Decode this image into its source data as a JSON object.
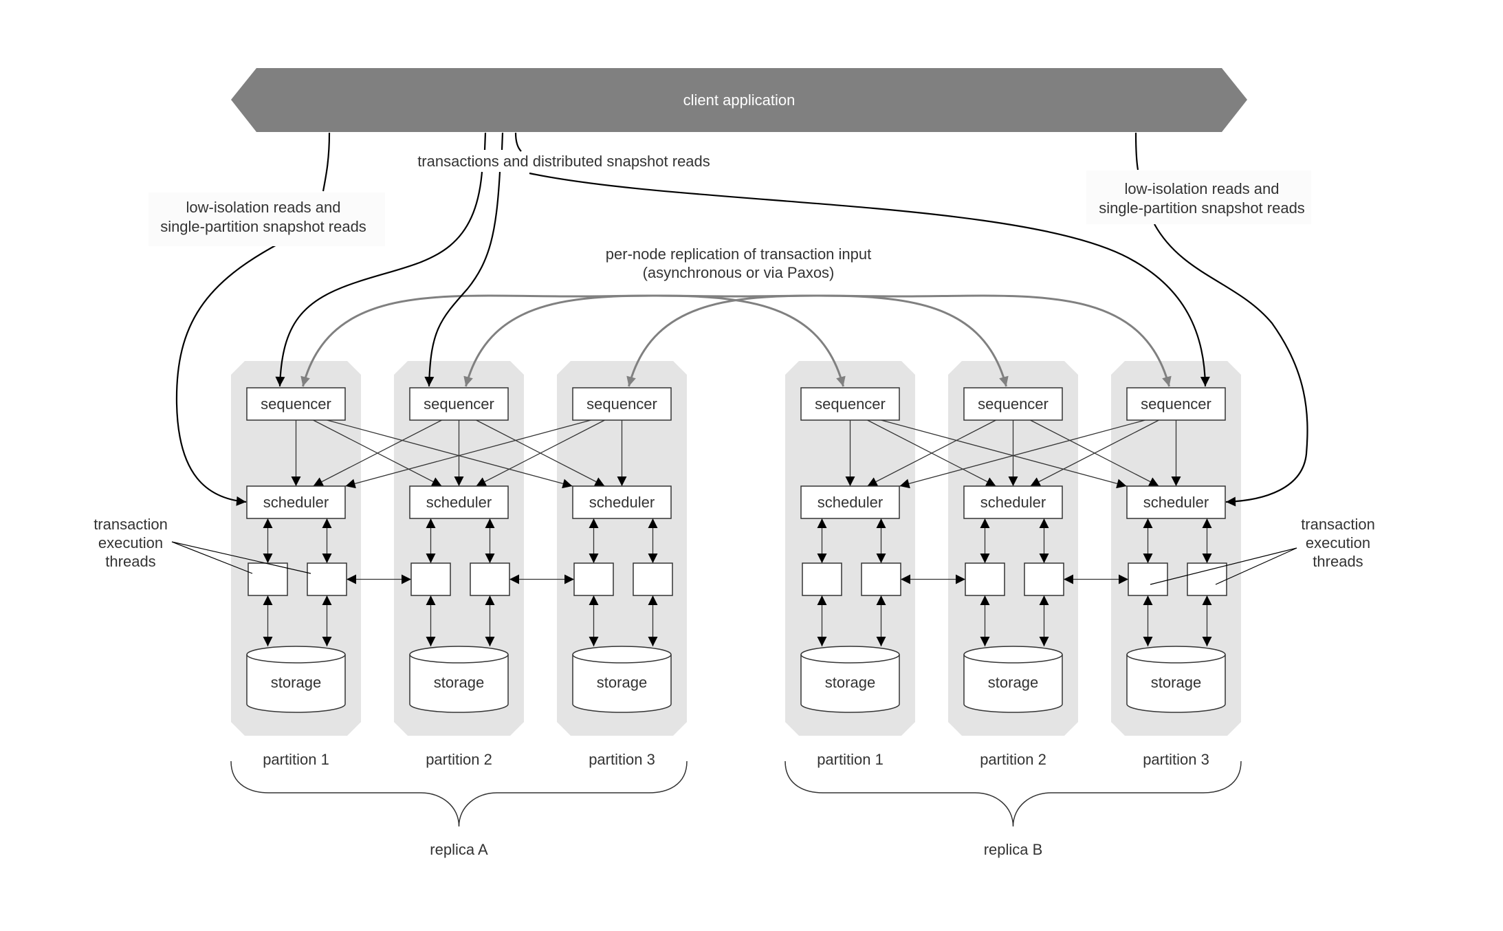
{
  "client": {
    "label": "client application",
    "color": "#808080"
  },
  "annotations": {
    "transactions": "transactions and distributed snapshot reads",
    "low_isolation_left": [
      "low-isolation reads and",
      "single-partition snapshot reads"
    ],
    "low_isolation_right": [
      "low-isolation reads and",
      "single-partition snapshot reads"
    ],
    "replication": [
      "per-node replication of transaction input",
      "(asynchronous or via Paxos)"
    ],
    "threads_left": [
      "transaction",
      "execution",
      "threads"
    ],
    "threads_right": [
      "transaction",
      "execution",
      "threads"
    ]
  },
  "components": {
    "sequencer": "sequencer",
    "scheduler": "scheduler",
    "storage": "storage"
  },
  "replicas": [
    {
      "label": "replica A",
      "partitions": [
        "partition 1",
        "partition 2",
        "partition 3"
      ]
    },
    {
      "label": "replica B",
      "partitions": [
        "partition 1",
        "partition 2",
        "partition 3"
      ]
    }
  ],
  "colors": {
    "panel": "#e4e4e4",
    "replication_arrow": "#808080",
    "client_arrow": "#000000",
    "internal_arrow": "#333333"
  }
}
